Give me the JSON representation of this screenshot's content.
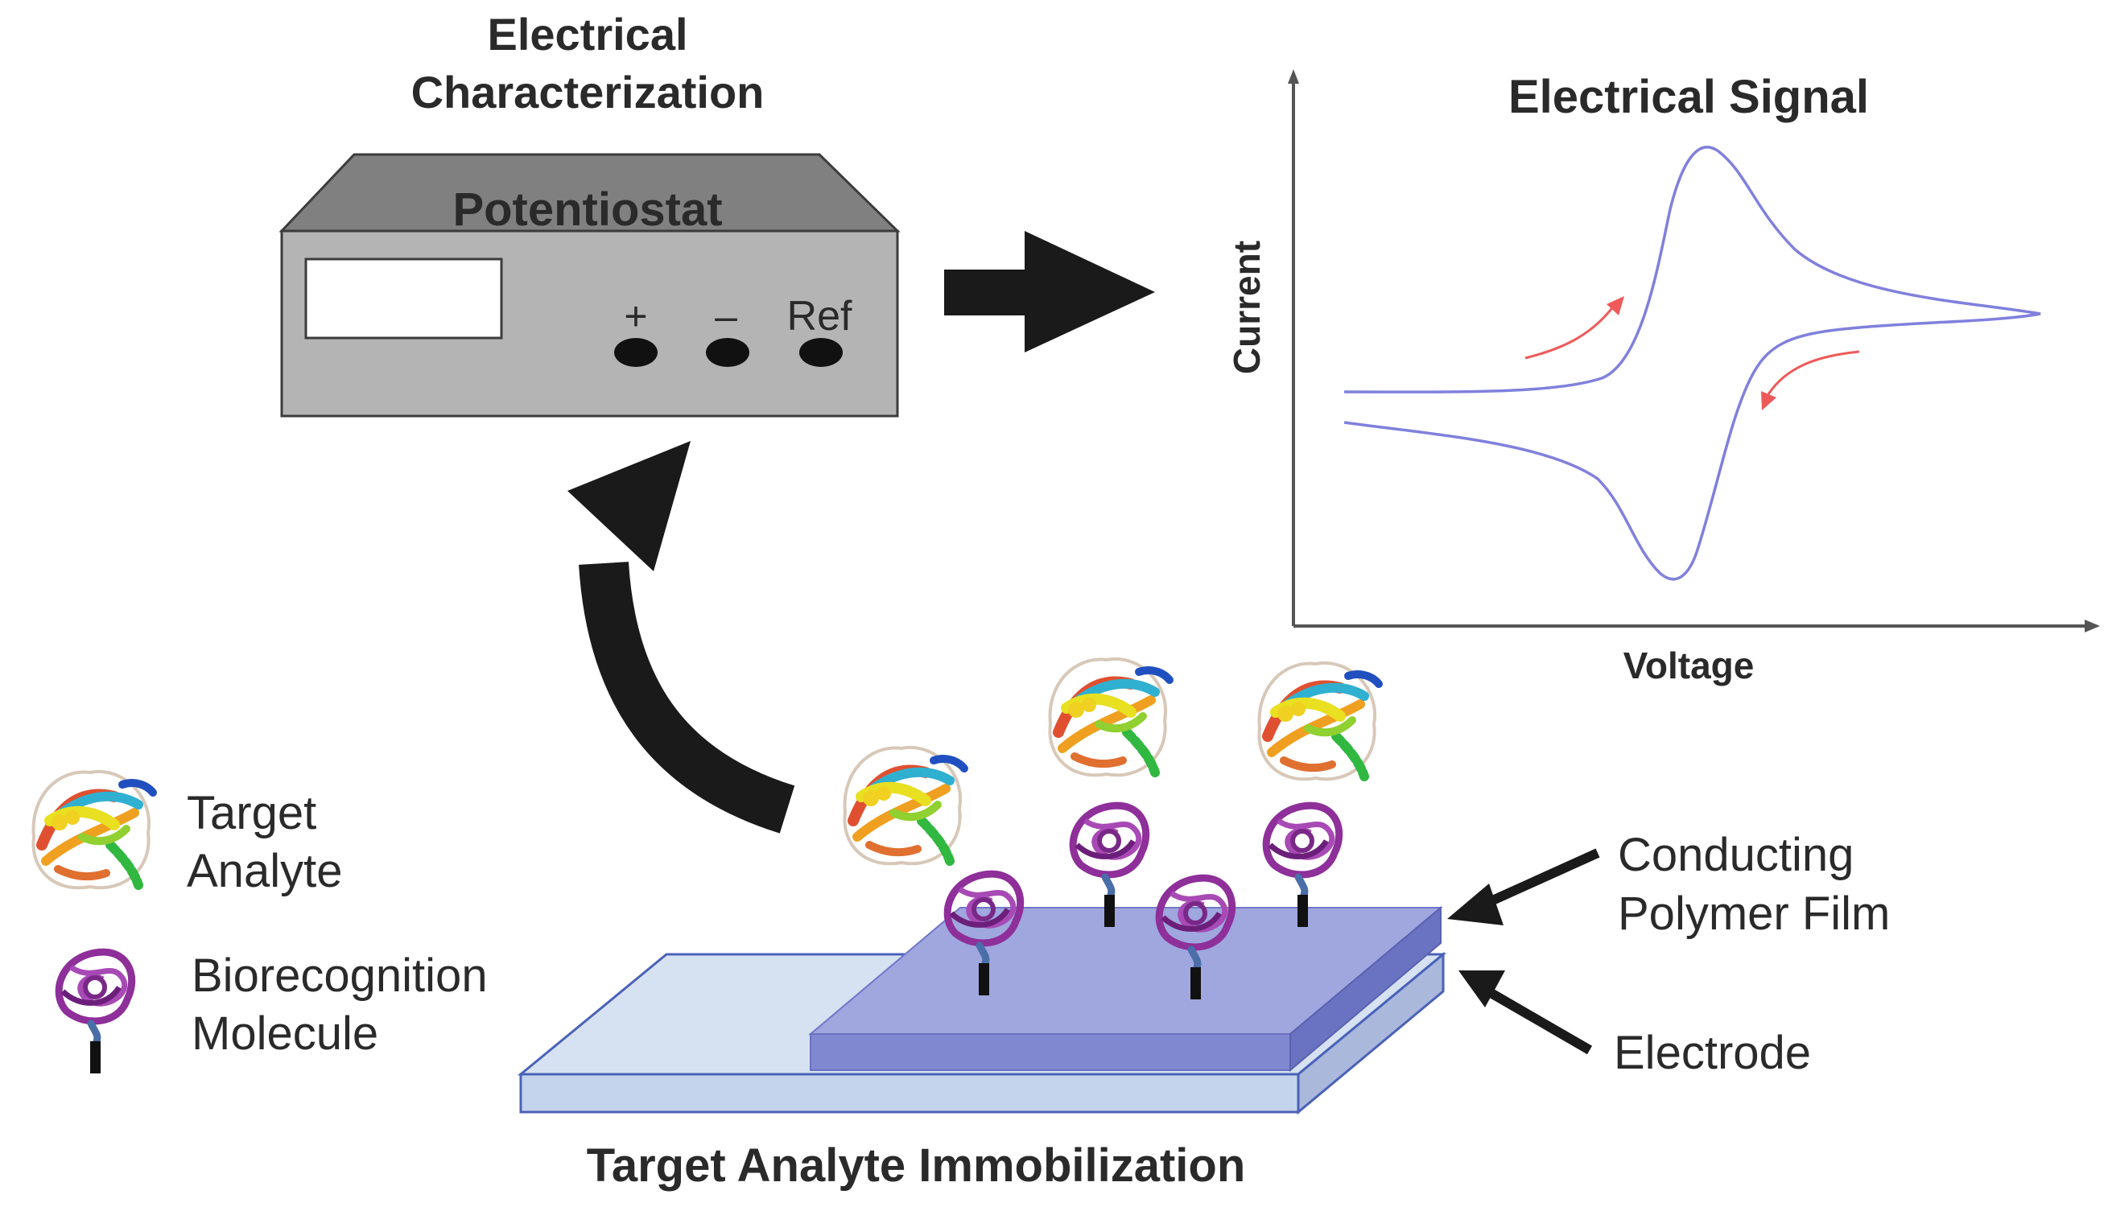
{
  "header": {
    "characterization_line1": "Electrical",
    "characterization_line2": "Characterization"
  },
  "device": {
    "name": "Potentiostat",
    "plus": "+",
    "minus": "–",
    "ref": "Ref"
  },
  "graph": {
    "title": "Electrical Signal",
    "ylabel": "Current",
    "xlabel": "Voltage"
  },
  "legend": {
    "target_line1": "Target",
    "target_line2": "Analyte",
    "bio_line1": "Biorecognition",
    "bio_line2": "Molecule"
  },
  "labels": {
    "polymer_line1": "Conducting",
    "polymer_line2": "Polymer Film",
    "electrode": "Electrode"
  },
  "footer": {
    "immobilization": "Target Analyte Immobilization"
  },
  "colors": {
    "voltammogram": "#8080dd",
    "scan_arrow": "#ee5a5a",
    "polymer_film": "#8e93d6",
    "electrode": "#d6e2f2",
    "device_body": "#b4b4b4",
    "device_top": "#808080",
    "arrow": "#1a1a1a",
    "bio_molecule": "#8e2f9a"
  }
}
